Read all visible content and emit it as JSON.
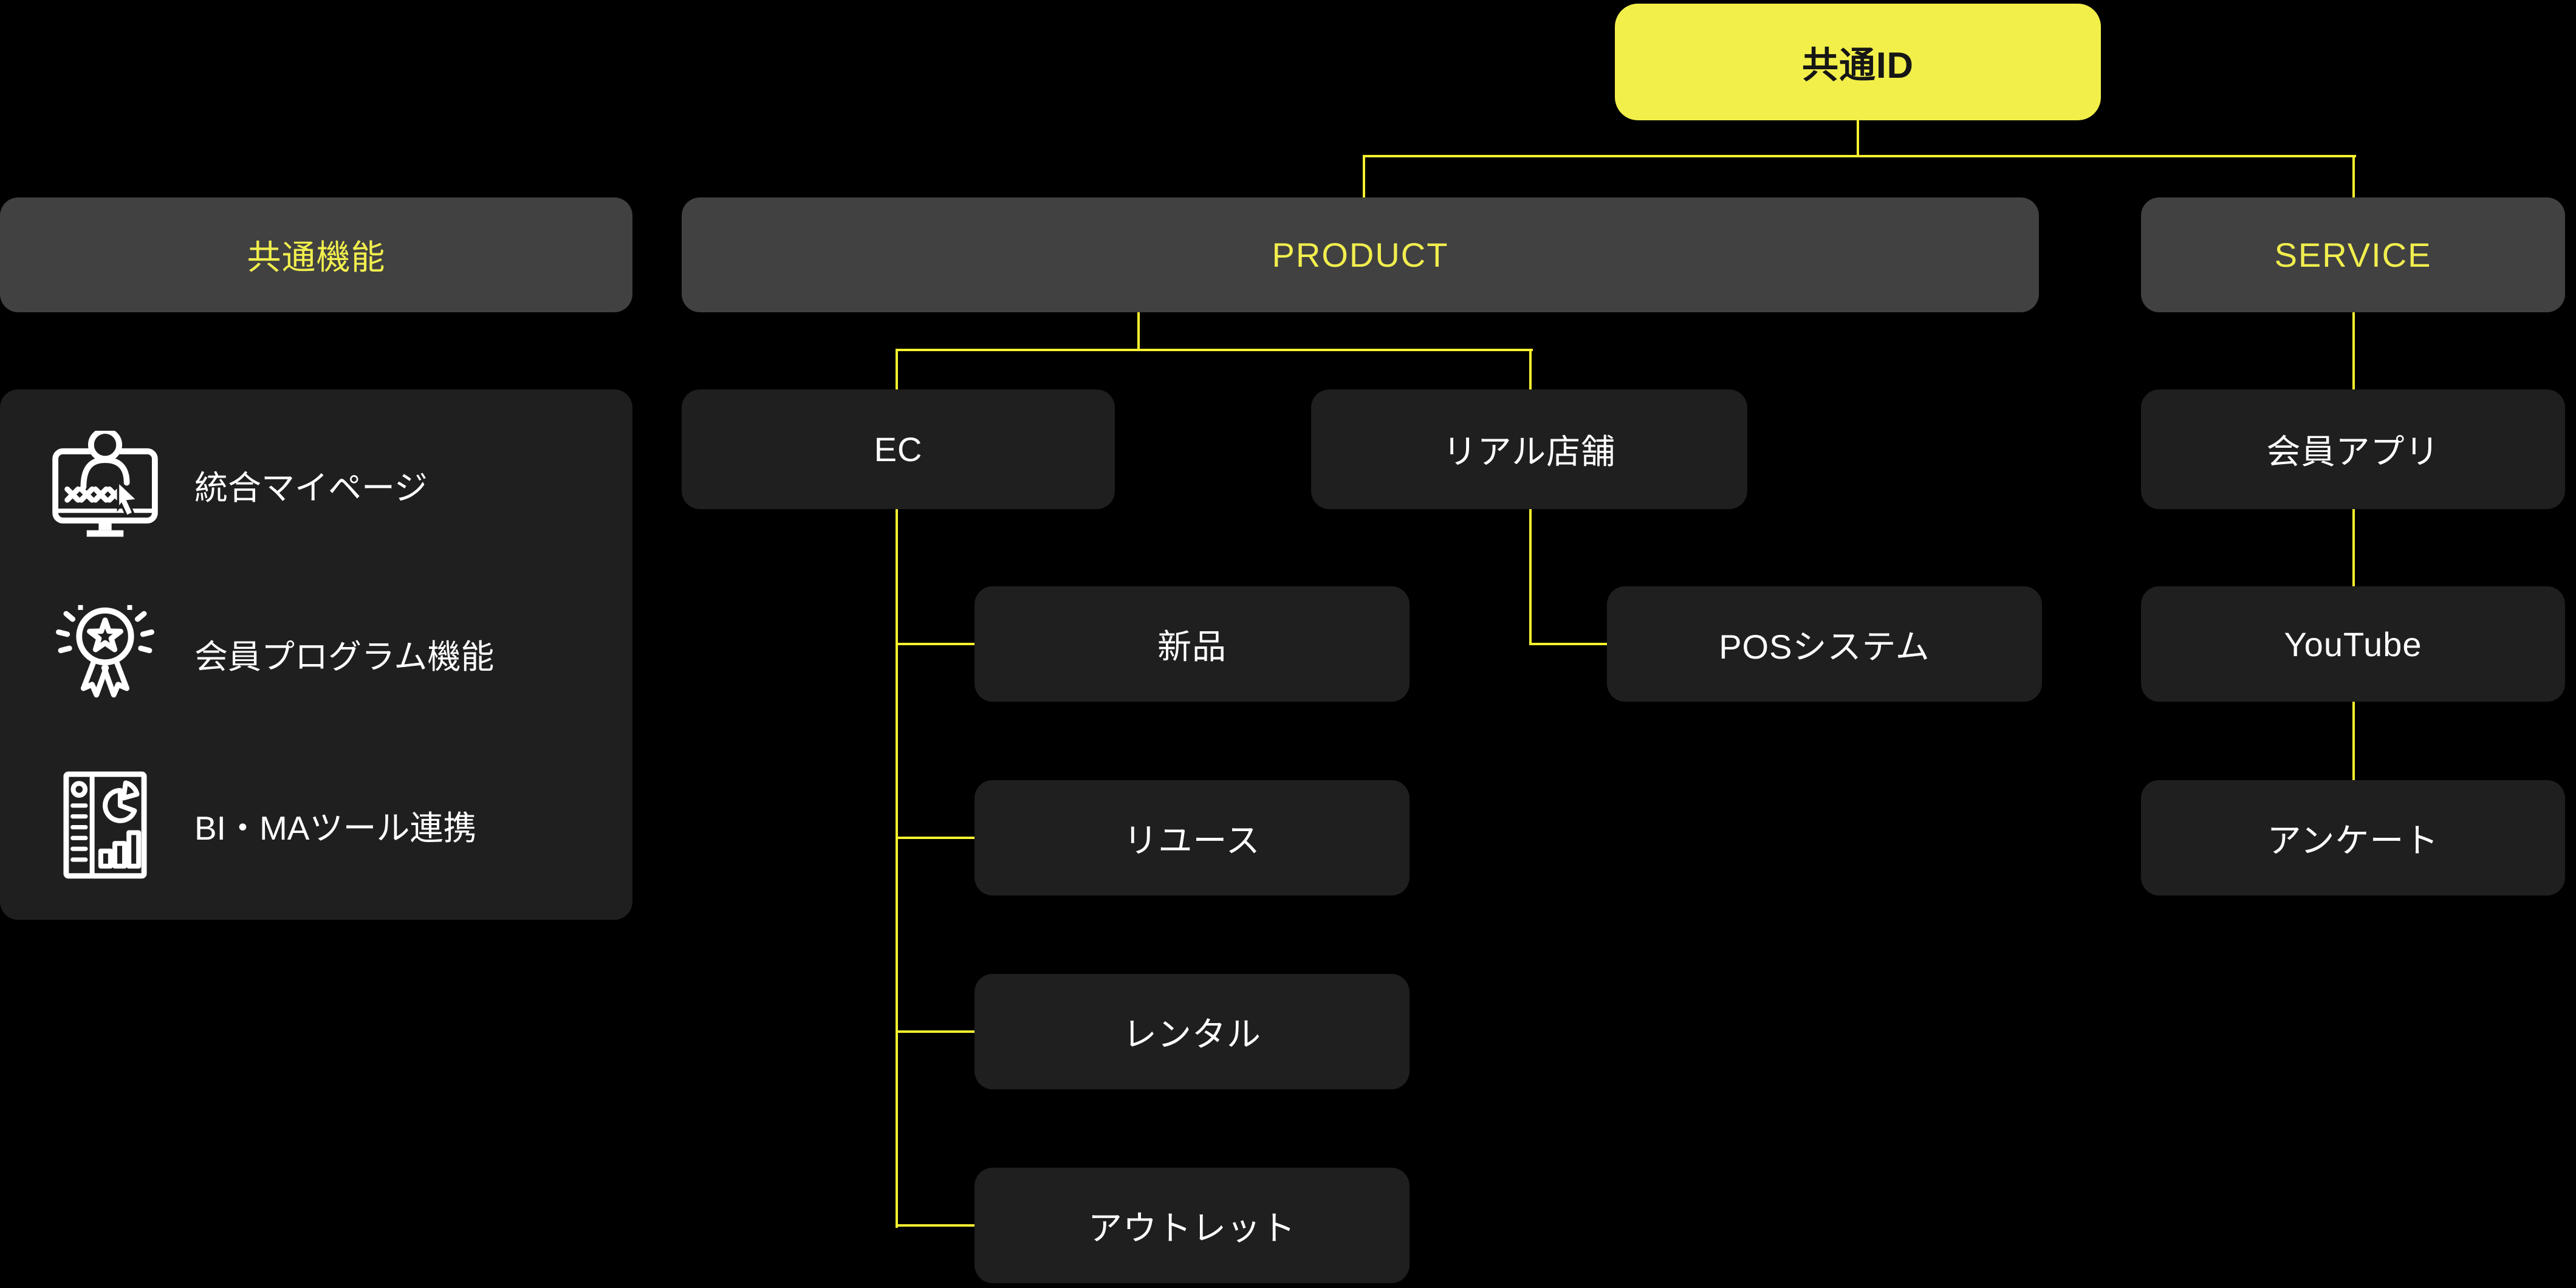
{
  "colors": {
    "page_bg": "#000000",
    "yellow_fill": "#F2EF4A",
    "yellow_line": "#F9F22E",
    "yellow_text": "#F1EE4E",
    "header_gray": "#414141",
    "box_gray": "#1F1F1F",
    "text_white": "#FFFFFF",
    "text_dark": "#161616"
  },
  "root": {
    "label": "共通ID"
  },
  "common": {
    "header": "共通機能",
    "items": [
      {
        "icon": "unified-mypage-icon",
        "label": "統合マイページ"
      },
      {
        "icon": "membership-program-icon",
        "label": "会員プログラム機能"
      },
      {
        "icon": "bi-ma-tools-icon",
        "label": "BI・MAツール連携"
      }
    ]
  },
  "product": {
    "header": "PRODUCT",
    "ec": {
      "label": "EC",
      "children": [
        {
          "label": "新品"
        },
        {
          "label": "リユース"
        },
        {
          "label": "レンタル"
        },
        {
          "label": "アウトレット"
        }
      ]
    },
    "store": {
      "label": "リアル店舗",
      "children": [
        {
          "label": "POSシステム"
        }
      ]
    }
  },
  "service": {
    "header": "SERVICE",
    "children": [
      {
        "label": "会員アプリ"
      },
      {
        "label": "YouTube"
      },
      {
        "label": "アンケート"
      }
    ]
  }
}
